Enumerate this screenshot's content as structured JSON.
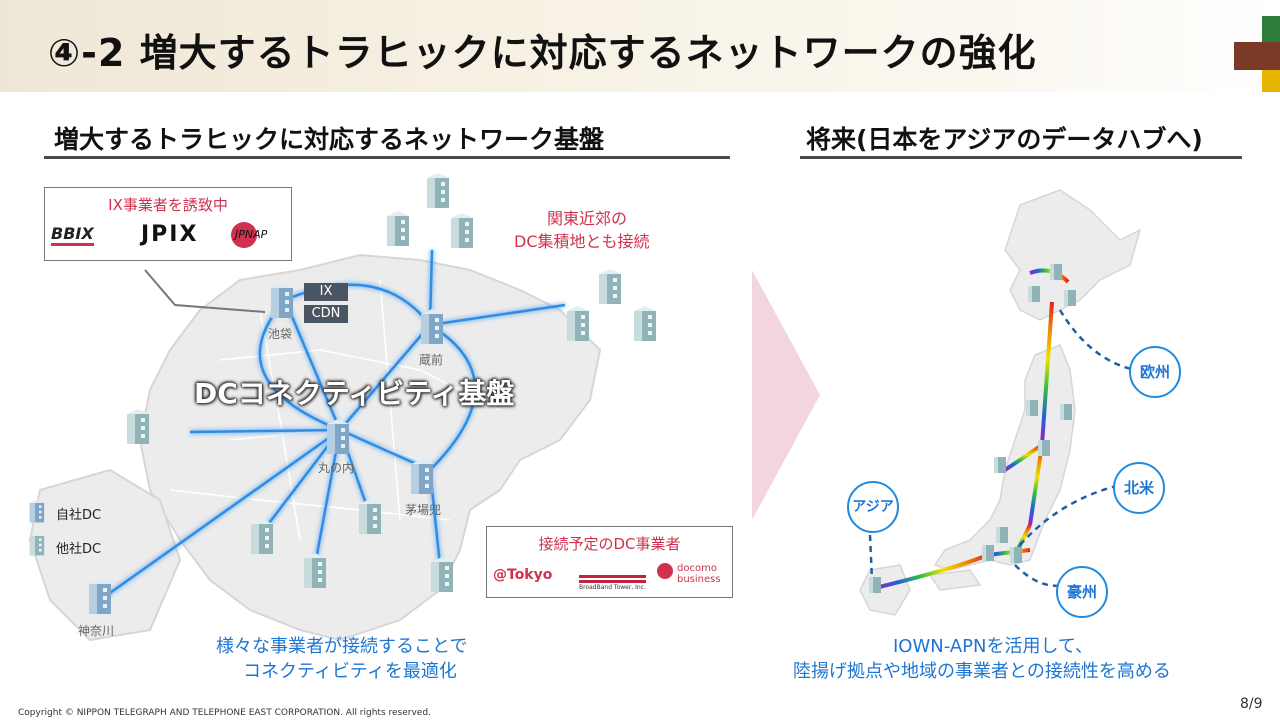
{
  "slide": {
    "title": "④-2  増大するトラヒックに対応するネットワークの強化",
    "page_number": "8/9",
    "copyright": "Copyright © NIPPON TELEGRAPH AND TELEPHONE EAST CORPORATION. All rights reserved."
  },
  "left": {
    "heading": "増大するトラヒックに対応するネットワーク基盤",
    "ix_box": {
      "title": "IX事業者を誘致中",
      "logos": [
        "BBIX",
        "JPIX",
        "JPNAP"
      ]
    },
    "kanto_note": [
      "関東近郊の",
      "DC集積地とも接続"
    ],
    "tags": [
      "IX",
      "CDN"
    ],
    "center_label": "DCコネクティビティ基盤",
    "locations": {
      "ikebukuro": "池袋",
      "kuramae": "蔵前",
      "marunouchi": "丸の内",
      "kayabacho": "茅場兜",
      "kanagawa": "神奈川"
    },
    "legend": {
      "own": "自社DC",
      "other": "他社DC"
    },
    "planned_box": {
      "title": "接続予定のDC事業者",
      "logos": [
        "@Tokyo",
        "BroadBand Tower, Inc.",
        "docomo business"
      ]
    },
    "caption": [
      "様々な事業者が接続することで",
      "コネクティビティを最適化"
    ]
  },
  "right": {
    "heading": "将来(日本をアジアのデータハブへ)",
    "regions": {
      "europe": "欧州",
      "north_america": "北米",
      "asia": "アジア",
      "australia": "豪州"
    },
    "caption": [
      "IOWN-APNを活用して、",
      "陸揚げ拠点や地域の事業者との接続性を高める"
    ]
  },
  "colors": {
    "accent_red": "#d0314e",
    "accent_blue": "#1f76d2",
    "link_blue": "#2f8de8"
  }
}
